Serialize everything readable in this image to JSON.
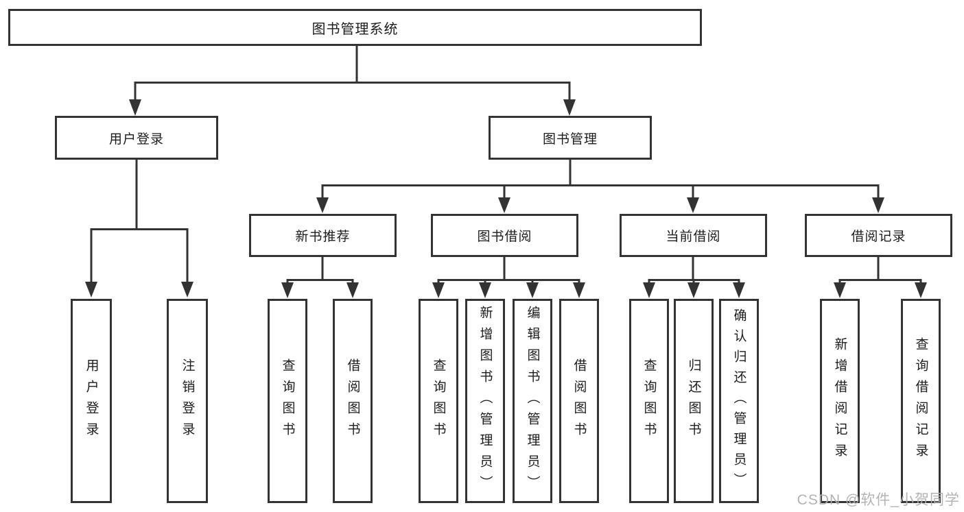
{
  "diagram": {
    "title_hint": "function structure tree",
    "root": {
      "label": "图书管理系统"
    },
    "level2": {
      "user_login": "用户登录",
      "book_management": "图书管理"
    },
    "level3": {
      "new_book_recommend": "新书推荐",
      "book_borrow": "图书借阅",
      "current_borrow": "当前借阅",
      "borrow_records": "借阅记录"
    },
    "leaves": {
      "user_login_children": {
        "login": "用户登录",
        "logout": "注销登录"
      },
      "new_book_recommend_children": {
        "query_book": "查询图书",
        "borrow_book": "借阅图书"
      },
      "book_borrow_children": {
        "query_book": "查询图书",
        "add_book": "新增图书（管理员）",
        "edit_book": "编辑图书（管理员）",
        "borrow_book": "借阅图书"
      },
      "current_borrow_children": {
        "query_book": "查询图书",
        "return_book": "归还图书",
        "confirm_return": "确认归还（管理员）"
      },
      "borrow_records_children": {
        "add_record": "新增借阅记录",
        "query_record": "查询借阅记录"
      }
    }
  },
  "watermark": {
    "text": "CSDN @软件_小贺同学"
  },
  "colors": {
    "line": "#333333",
    "box_border": "#333333",
    "box_background": "#ffffff",
    "text": "#1c1c1c",
    "watermark": "#afafaf",
    "page_background": "#ffffff"
  }
}
